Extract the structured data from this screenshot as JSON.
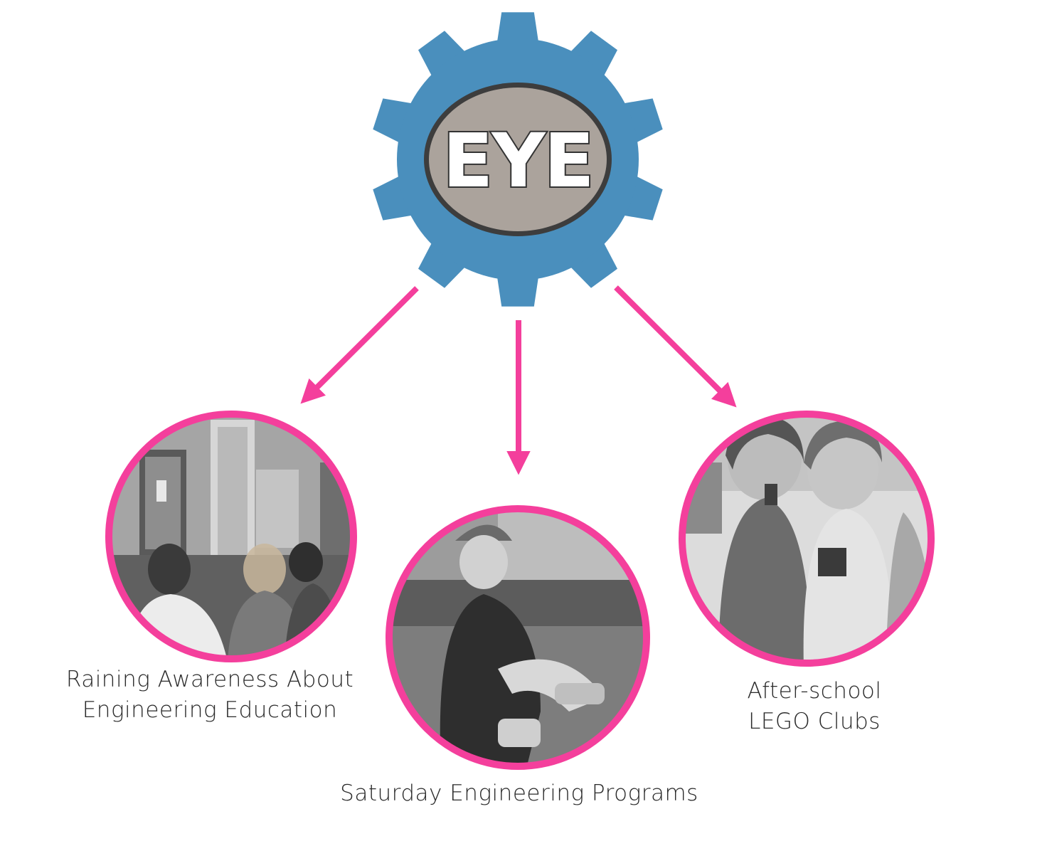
{
  "logo": {
    "text": "EYE",
    "gear_color": "#4a8fbd",
    "center_color": "#aba39c"
  },
  "arrow_color": "#f43f9c",
  "photos": [
    {
      "icon": "classroom-photo",
      "caption_lines": [
        "Raining Awareness About",
        "Engineering Education"
      ]
    },
    {
      "icon": "boy-at-table-photo",
      "caption_lines": [
        "Saturday Engineering Programs"
      ]
    },
    {
      "icon": "kids-with-lego-photo",
      "caption_lines": [
        "After-school",
        "LEGO Clubs"
      ]
    }
  ]
}
